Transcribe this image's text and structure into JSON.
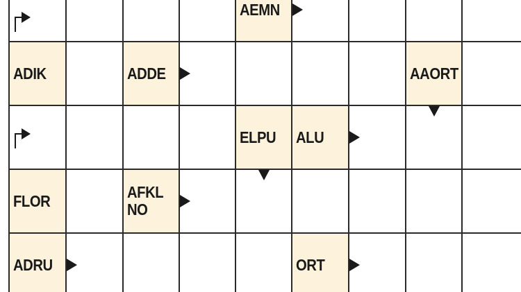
{
  "puzzle": {
    "clues": [
      {
        "row": 0,
        "col": 4,
        "text": "AEMN",
        "arrow": "right"
      },
      {
        "row": 1,
        "col": 0,
        "text": "ADIK",
        "arrow": null
      },
      {
        "row": 1,
        "col": 2,
        "text": "ADDE",
        "arrow": "right"
      },
      {
        "row": 1,
        "col": 7,
        "text": "AAORT",
        "arrow": "down"
      },
      {
        "row": 2,
        "col": 4,
        "text": "ELPU",
        "arrow": "down"
      },
      {
        "row": 2,
        "col": 5,
        "text": "ALU",
        "arrow": "right"
      },
      {
        "row": 3,
        "col": 0,
        "text": "FLOR",
        "arrow": null
      },
      {
        "row": 3,
        "col": 2,
        "text": "AFKL\nNO",
        "arrow": "right"
      },
      {
        "row": 4,
        "col": 0,
        "text": "ADRU",
        "arrow": "right"
      },
      {
        "row": 4,
        "col": 5,
        "text": "ORT",
        "arrow": "right"
      }
    ],
    "bent_arrows": [
      {
        "row": 0,
        "col": 0,
        "icon": "bent-arrow-icon"
      },
      {
        "row": 2,
        "col": 0,
        "icon": "bent-arrow-icon"
      }
    ],
    "rows": 5,
    "cols": 9,
    "colors": {
      "clue_fill": "#fdf3dc",
      "grid_line": "#2a2a2a",
      "arrow": "#1a1a1a"
    }
  }
}
